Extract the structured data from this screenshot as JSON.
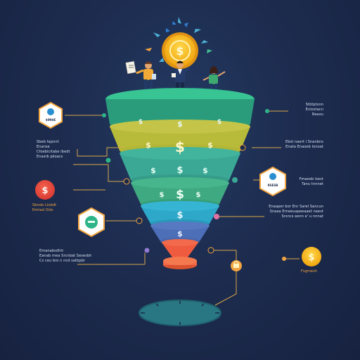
{
  "colors": {
    "background": "#1c2a4a",
    "funnel_rim": "#2fb489",
    "band_yellow": "#b8bb3a",
    "band_teal": "#3aa895",
    "band_green": "#3faa82",
    "band_cyan": "#2ea8c9",
    "band_blue": "#4c6fb8",
    "funnel_tip": "#ef5b3f",
    "coin": "#f5b516",
    "accent_red": "#e5443c"
  },
  "funnel": {
    "band_symbols": [
      "$",
      "$",
      "$",
      "$",
      "$",
      "$"
    ]
  },
  "top_coin": {
    "symbol": "$"
  },
  "left_labels": {
    "hex_top": "$0N$E",
    "box_top": [
      "Sbeb fajonrt",
      "Enanse",
      "Cfoebicitabe ibedt",
      "Enasrb pkoacs"
    ],
    "red_coin": "Sbneb Ltsbdt",
    "red_coin_line2": "Rmtad I3ds",
    "bottom": [
      "Emanabsdhtr",
      "Eanab rnea Srcnbat Sesesbh",
      "Cs ceu bro n ncd satbpbr"
    ]
  },
  "right_labels": {
    "top": [
      "Stbtptsnn",
      "Enlostacn",
      "Reaou"
    ],
    "mid_top": [
      "Ebst naert I Snanbns",
      "Enata Enaoeb lonoat"
    ],
    "hex_right": "RSESB",
    "mid": [
      "Fmaeeb lsest",
      "Tanu tnnnet"
    ],
    "lower": [
      "Enaaper bor Enr Sarel Sancun",
      "Snaaa Erneeuapeeaaet naest",
      "Srsncs eenn e' u nnnat"
    ],
    "coin_bottom": "Fsgmesh"
  }
}
